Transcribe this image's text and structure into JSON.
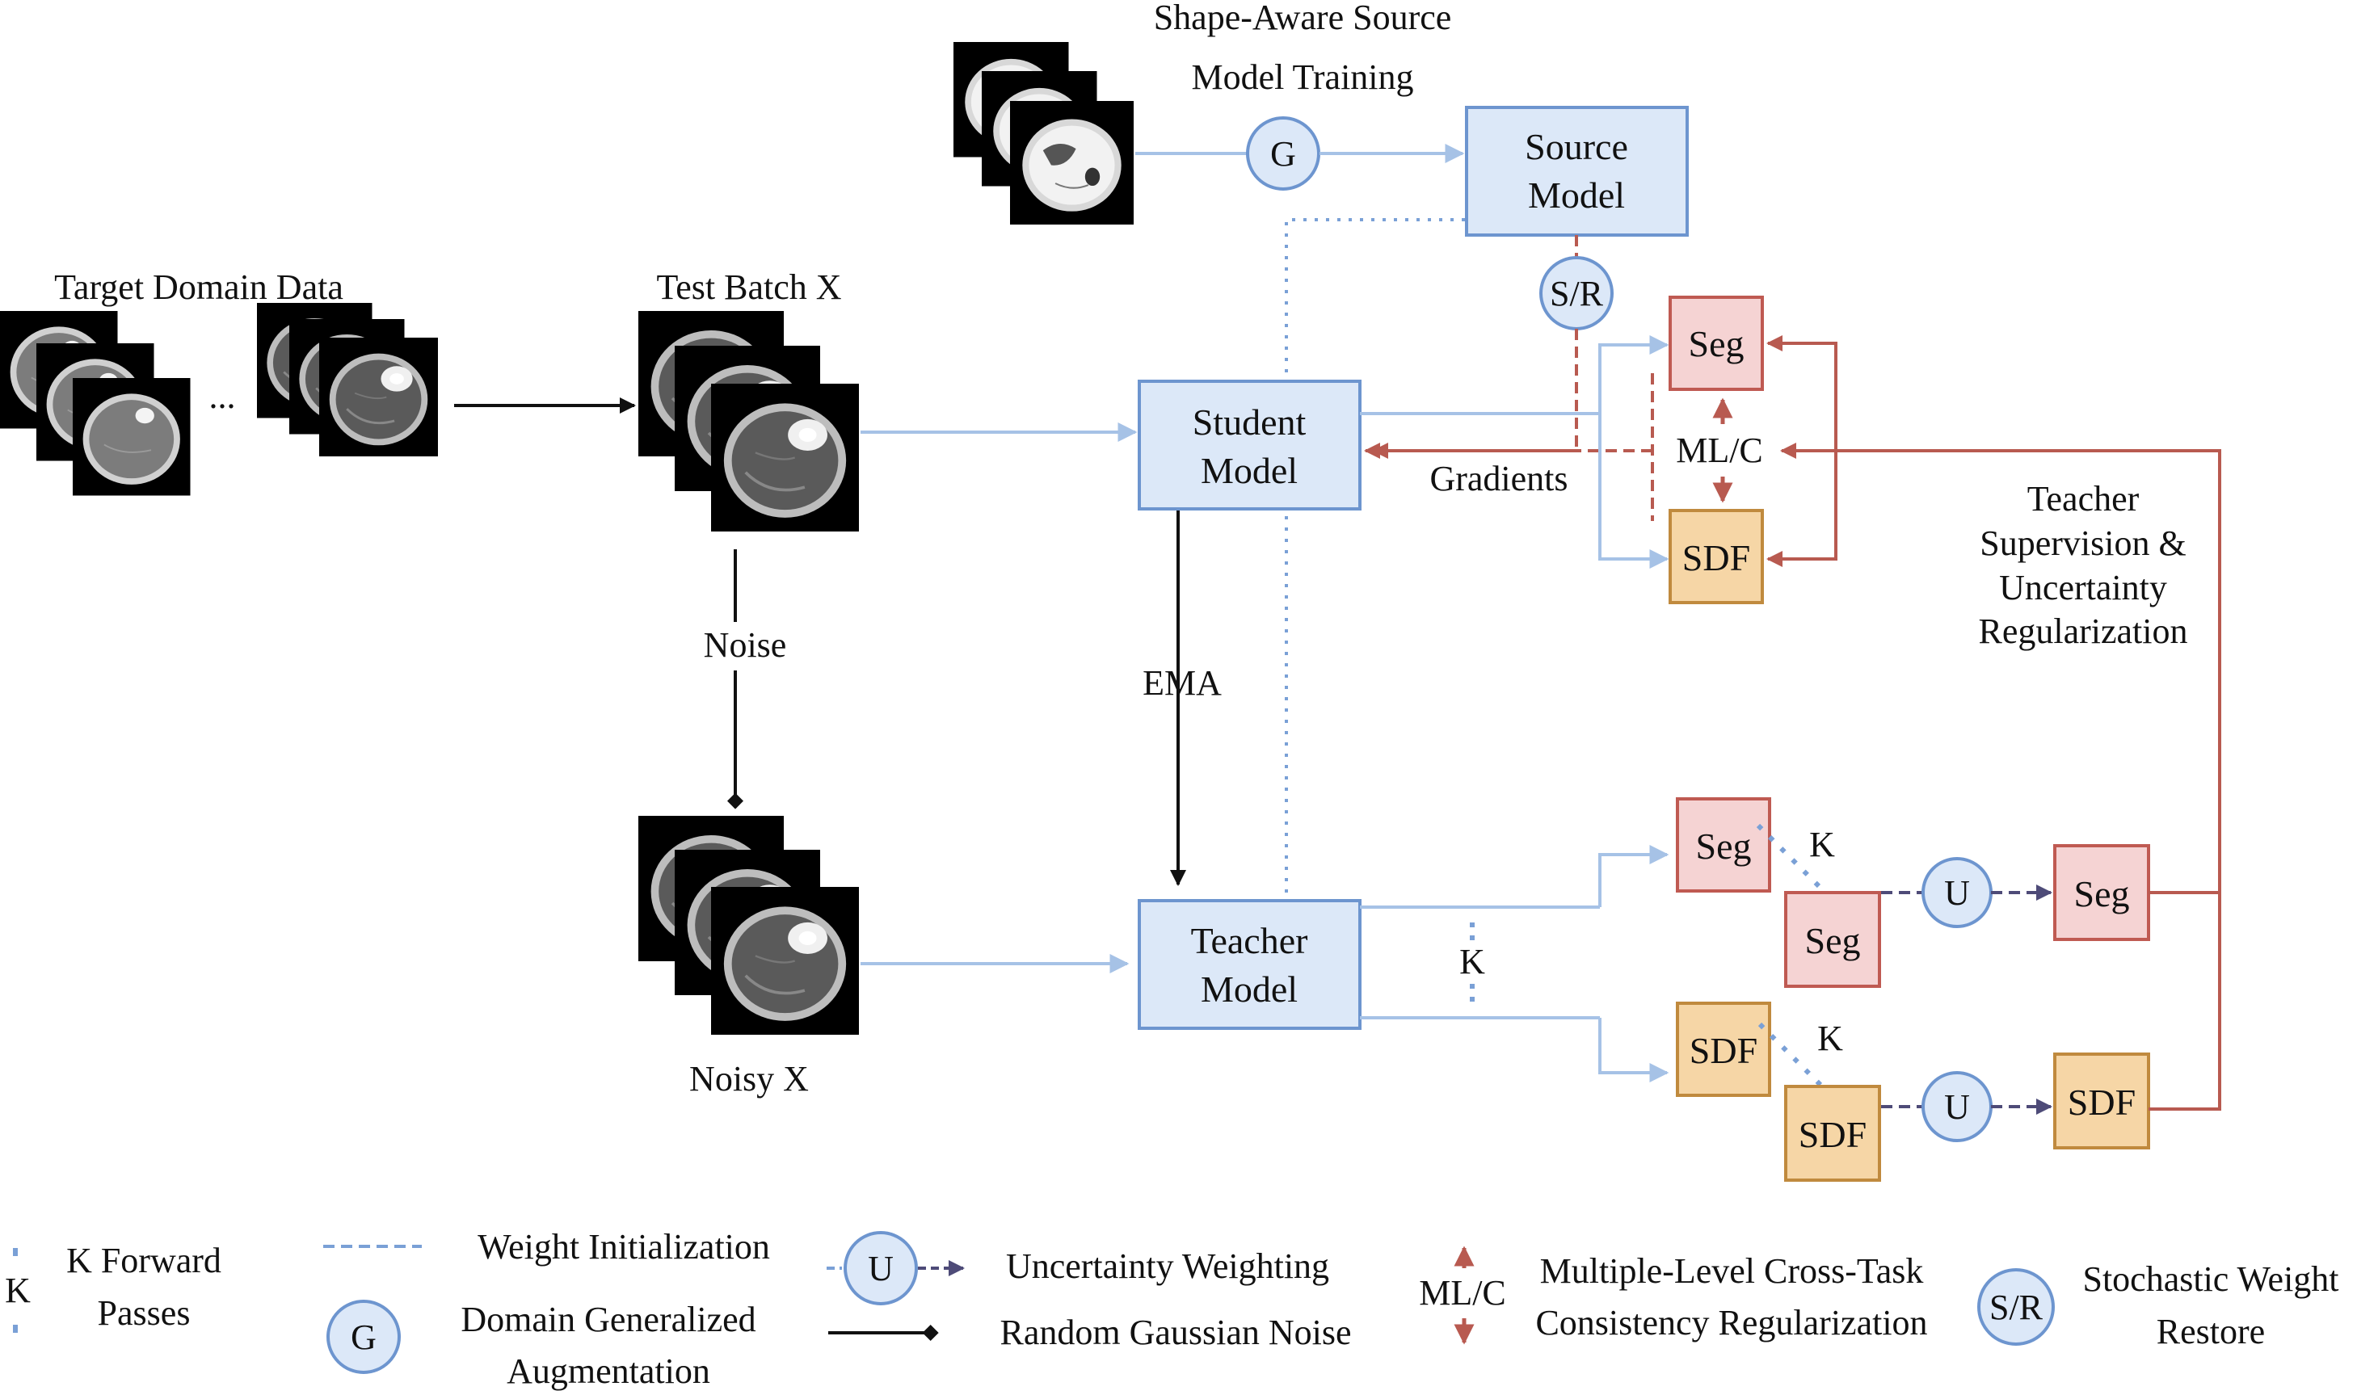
{
  "colors": {
    "blue_fill": "#dce8f8",
    "blue_stroke": "#6d95cf",
    "blue_line": "#a6c2e6",
    "red_fill": "#f5d3d3",
    "red_stroke": "#bf5a52",
    "red_line": "#b85a50",
    "orange_fill": "#f6d6a6",
    "orange_stroke": "#c08a3e",
    "dark_arrow": "#4e4b78",
    "black": "#111111"
  },
  "top": {
    "title_line1": "Shape-Aware Source",
    "title_line2": "Model Training"
  },
  "data": {
    "target_domain_label": "Target Domain Data",
    "ellipsis": "...",
    "test_batch_label": "Test Batch X",
    "noise_label": "Noise",
    "noisy_label": "Noisy X"
  },
  "models": {
    "source_line1": "Source",
    "source_line2": "Model",
    "student_line1": "Student",
    "student_line2": "Model",
    "teacher_line1": "Teacher",
    "teacher_line2": "Model",
    "ema_label": "EMA"
  },
  "heads": {
    "seg": "Seg",
    "sdf": "SDF",
    "mlc": "ML/C",
    "gradients": "Gradients",
    "k": "K",
    "sr": "S/R",
    "g": "G",
    "u": "U"
  },
  "supervision": {
    "line1": "Teacher",
    "line2": "Supervision &",
    "line3": "Uncertainty",
    "line4": "Regularization"
  },
  "legend": {
    "k_symbol": "K",
    "k_line1": "K Forward",
    "k_line2": "Passes",
    "weight_init": "Weight Initialization",
    "g_symbol": "G",
    "dga_line1": "Domain Generalized",
    "dga_line2": "Augmentation",
    "u_symbol": "U",
    "uncertainty": "Uncertainty Weighting",
    "gaussian": "Random Gaussian Noise",
    "mlc_symbol": "ML/C",
    "mlc_line1": "Multiple-Level Cross-Task",
    "mlc_line2": "Consistency Regularization",
    "sr_symbol": "S/R",
    "sr_line1": "Stochastic Weight",
    "sr_line2": "Restore"
  }
}
